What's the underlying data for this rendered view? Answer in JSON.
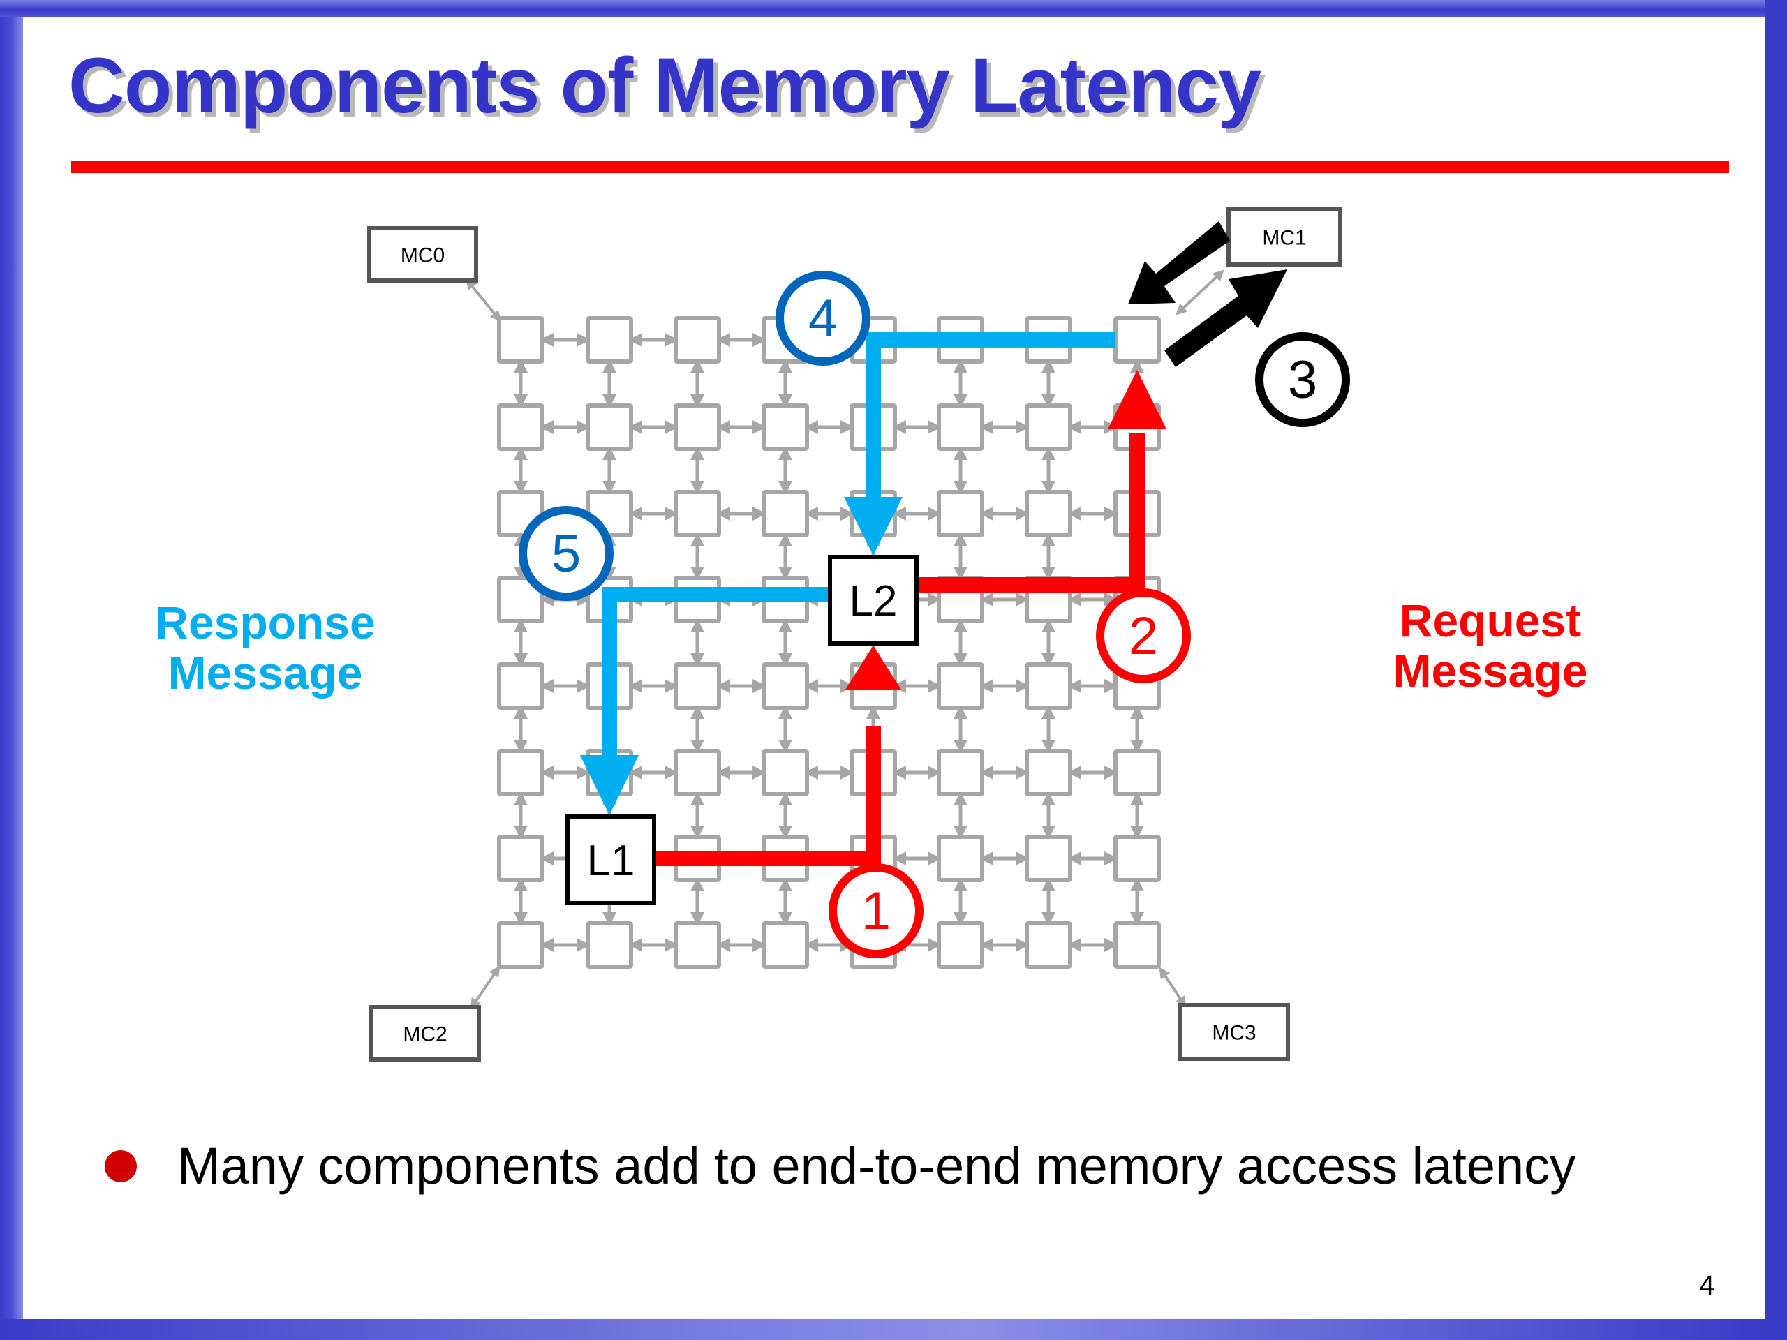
{
  "slide": {
    "title": "Components of Memory Latency",
    "page_number": "4",
    "bullet": "Many components add to end-to-end memory access latency"
  },
  "labels": {
    "response": [
      "Response",
      "Message"
    ],
    "request": [
      "Request",
      "Message"
    ]
  },
  "colors": {
    "title": "#3434c8",
    "rule": "#ff0000",
    "frame": "#3a3cc8",
    "request": "#ff0000",
    "response": "#00adee",
    "response_circle": "#0066bb",
    "controller_arrow": "#000000",
    "grid": "#a6a6a6"
  },
  "diagram": {
    "mesh": {
      "rows": 8,
      "cols": 8
    },
    "memory_controllers": [
      {
        "id": "MC0",
        "corner": "top-left"
      },
      {
        "id": "MC1",
        "corner": "top-right"
      },
      {
        "id": "MC2",
        "corner": "bottom-left"
      },
      {
        "id": "MC3",
        "corner": "bottom-right"
      }
    ],
    "caches": [
      {
        "id": "L1",
        "row": 6,
        "col": 1
      },
      {
        "id": "L2",
        "row": 3,
        "col": 4
      }
    ],
    "steps": [
      {
        "num": "1",
        "desc": "request L1 to L2",
        "color": "request"
      },
      {
        "num": "2",
        "desc": "request L2 to memory controller node",
        "color": "request"
      },
      {
        "num": "3",
        "desc": "memory controller access",
        "color": "controller_arrow"
      },
      {
        "num": "4",
        "desc": "response node to L2",
        "color": "response"
      },
      {
        "num": "5",
        "desc": "response L2 to L1",
        "color": "response"
      }
    ]
  }
}
